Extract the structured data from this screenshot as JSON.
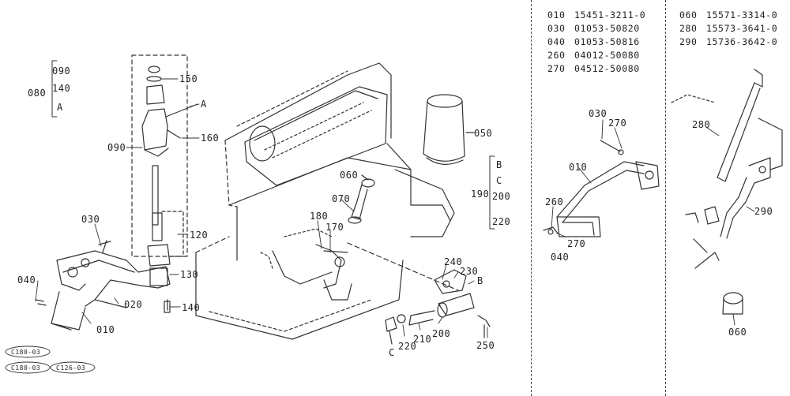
{
  "parts_left": [
    {
      "num": "010",
      "part": "15451-3211-0"
    },
    {
      "num": "030",
      "part": "01053-50820"
    },
    {
      "num": "040",
      "part": "01053-50816"
    },
    {
      "num": "260",
      "part": "04012-50080"
    },
    {
      "num": "270",
      "part": "04512-50080"
    }
  ],
  "parts_right": [
    {
      "num": "060",
      "part": "15571-3314-0"
    },
    {
      "num": "280",
      "part": "15573-3641-0"
    },
    {
      "num": "290",
      "part": "15736-3642-0"
    }
  ],
  "group_080": {
    "label": "080",
    "items": [
      "090",
      "140",
      "A"
    ]
  },
  "group_190": {
    "label": "190",
    "items": [
      "B",
      "C",
      "200",
      "220"
    ]
  },
  "labels": {
    "l150": "150",
    "lA": "A",
    "l160": "160",
    "l090": "090",
    "l120": "120",
    "l130": "130",
    "l140": "140",
    "l030": "030",
    "l040": "040",
    "l020": "020",
    "l010": "010",
    "l060": "060",
    "l070": "070",
    "l180": "180",
    "l170": "170",
    "l050": "050",
    "l240": "240",
    "l230": "230",
    "lB": "B",
    "l250": "250",
    "l200": "200",
    "l210": "210",
    "l220": "220",
    "lC": "C",
    "p2_030": "030",
    "p2_270a": "270",
    "p2_010": "010",
    "p2_260": "260",
    "p2_270b": "270",
    "p2_040": "040",
    "p3_280": "280",
    "p3_290": "290",
    "p3_060": "060"
  },
  "footnote_codes": [
    "C180-03",
    "C180-03",
    "C126-03"
  ]
}
